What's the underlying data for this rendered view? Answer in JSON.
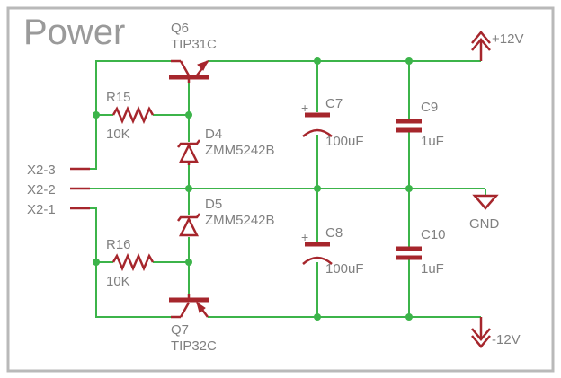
{
  "title": "Power",
  "connectors": [
    "X2-3",
    "X2-2",
    "X2-1"
  ],
  "rails": {
    "positive": "+12V",
    "ground": "GND",
    "negative": "-12V"
  },
  "transistors": [
    {
      "ref": "Q6",
      "value": "TIP31C"
    },
    {
      "ref": "Q7",
      "value": "TIP32C"
    }
  ],
  "resistors": [
    {
      "ref": "R15",
      "value": "10K"
    },
    {
      "ref": "R16",
      "value": "10K"
    }
  ],
  "diodes": [
    {
      "ref": "D4",
      "value": "ZMM5242B"
    },
    {
      "ref": "D5",
      "value": "ZMM5242B"
    }
  ],
  "capacitors": [
    {
      "ref": "C7",
      "value": "100uF",
      "polarity": "+"
    },
    {
      "ref": "C8",
      "value": "100uF",
      "polarity": "+"
    },
    {
      "ref": "C9",
      "value": "1uF"
    },
    {
      "ref": "C10",
      "value": "1uF"
    }
  ],
  "colors": {
    "wire": "#3cb44a",
    "component": "#a6262c",
    "text": "#808080",
    "frame": "#b9b9b9"
  }
}
